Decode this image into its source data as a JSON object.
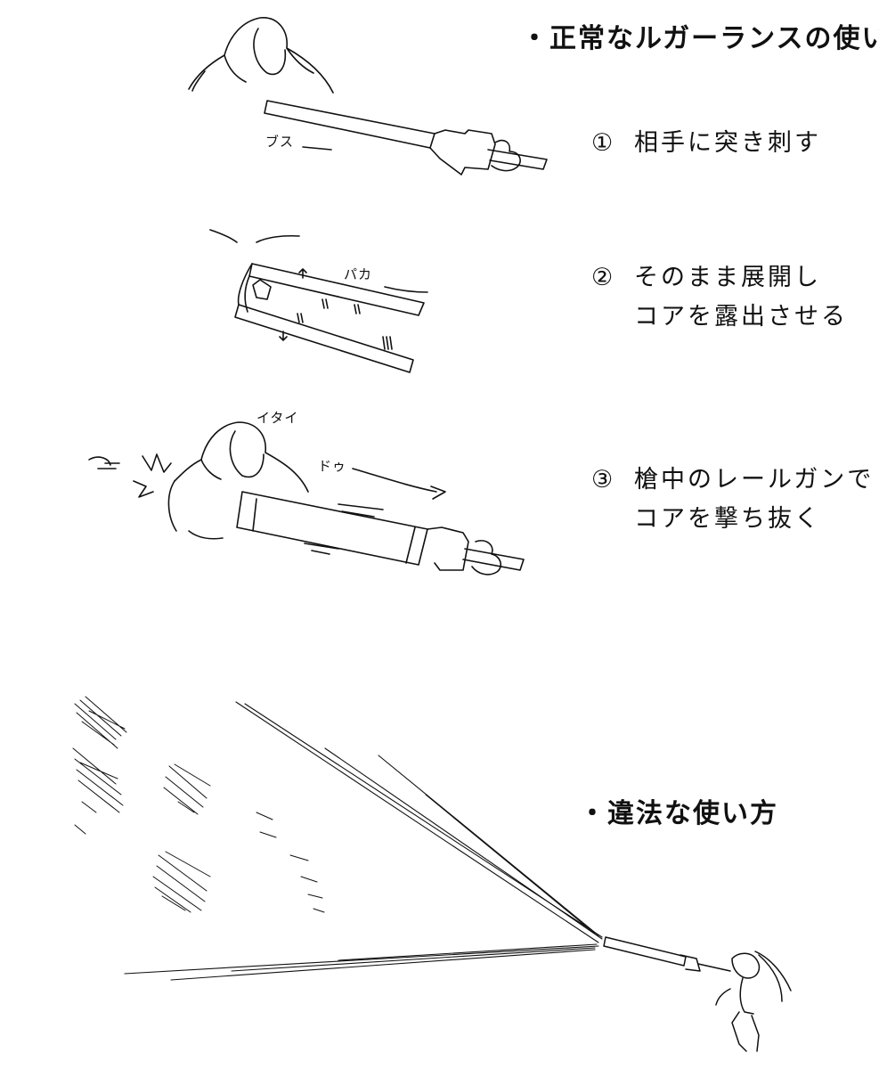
{
  "headings": {
    "normal": "・正常なルガーランスの使い方",
    "illegal": "・違法な使い方"
  },
  "steps": [
    {
      "num": "①",
      "lines": [
        "相手に突き刺す"
      ]
    },
    {
      "num": "②",
      "lines": [
        "そのまま展開し",
        "コアを露出させる"
      ]
    },
    {
      "num": "③",
      "lines": [
        "槍中のレールガンで",
        "コアを撃ち抜く"
      ]
    }
  ],
  "sfx": {
    "busu": "ブス",
    "paka": "パカ",
    "itai": "イタイ",
    "dou": "ドゥ"
  }
}
